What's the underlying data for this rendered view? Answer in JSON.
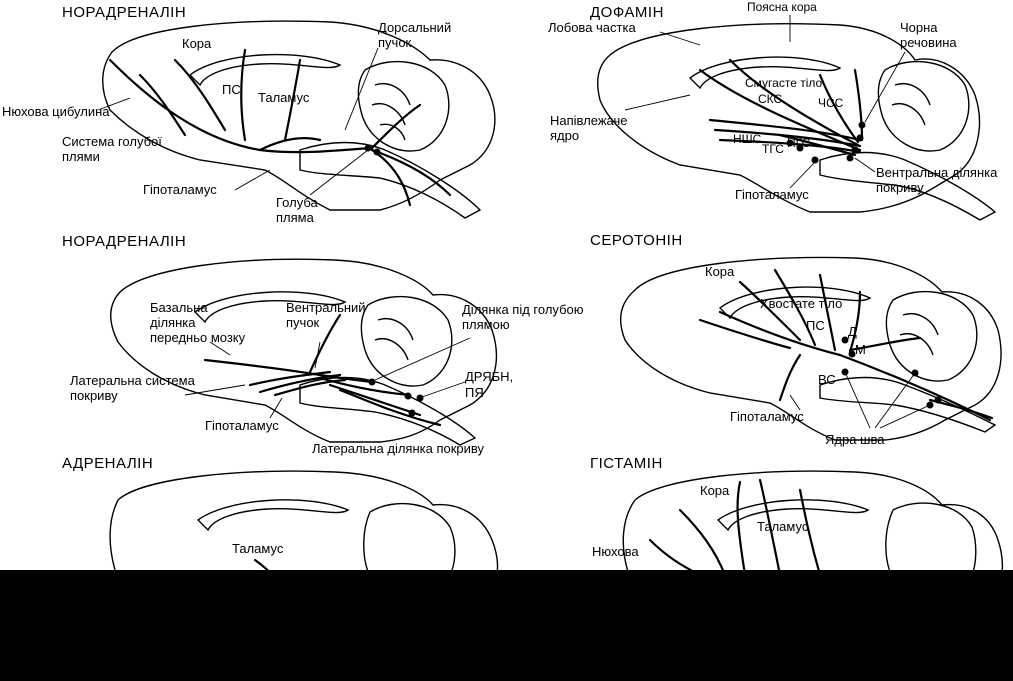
{
  "panels": {
    "p1": {
      "title": "НОРАДРЕНАЛІН",
      "labels": {
        "cortex": "Кора",
        "ps": "ПС",
        "thalamus": "Таламус",
        "dorsal_bundle": "Дорсальний пучок",
        "olfactory_bulb": "Нюхова цибулина",
        "locus_system": "Система голубої плями",
        "hypothalamus": "Гіпоталамус",
        "locus": "Голуба пляма"
      }
    },
    "p2": {
      "title": "ДОФАМІН",
      "labels": {
        "cingulate": "Поясна кора",
        "frontal": "Лобова частка",
        "substantia_nigra": "Чорна речовина",
        "striatum": "Смугасте тіло",
        "sks": "СКС",
        "chss": "ЧСС",
        "accumbens": "Напівлежаче ядро",
        "nshs": "НШС",
        "tgs": "ТГС",
        "ngs": "НГС",
        "vta": "Вентральна ділянка покриву",
        "hypothalamus": "Гіпоталамус"
      }
    },
    "p3": {
      "title": "НОРАДРЕНАЛІН",
      "labels": {
        "basal_forebrain": "Базальна ділянка передньо мозку",
        "ventral_bundle": "Вентральний пучок",
        "sub_locus": "Ділянка під голубою плямою",
        "lateral_tegm_system": "Латеральна система покриву",
        "dryabn": "ДРЯБН,",
        "pya": "ПЯ",
        "hypothalamus": "Гіпоталамус",
        "lateral_tegm_area": "Латеральна ділянка покриву"
      }
    },
    "p4": {
      "title": "СЕРОТОНІН",
      "labels": {
        "cortex": "Кора",
        "caudate": "Хвостате тіло",
        "ps": "ПС",
        "d": "Д",
        "m": "М",
        "vs": "ВС",
        "hypothalamus": "Гіпоталамус",
        "raphe": "Ядра шва"
      }
    },
    "p5": {
      "title": "АДРЕНАЛІН",
      "labels": {
        "thalamus": "Таламус"
      }
    },
    "p6": {
      "title": "ГІСТАМІН",
      "labels": {
        "cortex": "Кора",
        "thalamus": "Таламус",
        "olfactory": "Нюхова"
      }
    }
  },
  "colors": {
    "ink": "#000000",
    "paper": "#ffffff",
    "bar": "#000000"
  }
}
